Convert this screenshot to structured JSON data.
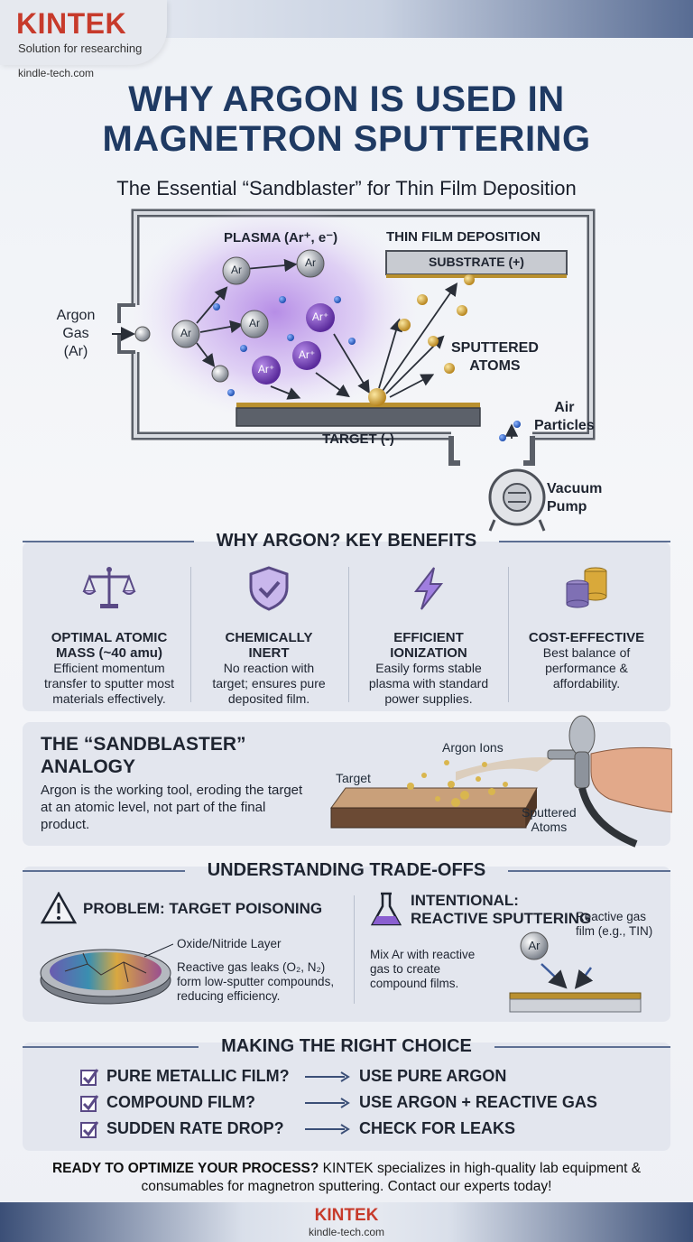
{
  "header": {
    "brand": "KINTEK",
    "tagline": "Solution for researching",
    "url": "kindle-tech.com",
    "title_line1": "WHY ARGON IS USED IN",
    "title_line2": "MAGNETRON SPUTTERING",
    "subtitle": "The Essential “Sandblaster” for Thin Film Deposition"
  },
  "diagram": {
    "plasma_label": "PLASMA (Ar⁺, e⁻)",
    "deposition_label": "THIN FILM DEPOSITION",
    "substrate_label": "SUBSTRATE (+)",
    "argon_gas_label": [
      "Argon",
      "Gas",
      "(Ar)"
    ],
    "sputtered_label": [
      "SPUTTERED",
      "ATOMS"
    ],
    "target_label": "TARGET (-)",
    "air_label": [
      "Air",
      "Particles"
    ],
    "pump_label": [
      "Vacuum",
      "Pump"
    ],
    "ar": "Ar",
    "ar_ion": "Ar⁺"
  },
  "benefits": {
    "heading": "WHY ARGON? KEY BENEFITS",
    "items": [
      {
        "icon": "balance-scale-icon",
        "title": [
          "OPTIMAL ATOMIC",
          "MASS (~40 amu)"
        ],
        "desc": [
          "Efficient momentum",
          "transfer to sputter most",
          "materials effectively."
        ]
      },
      {
        "icon": "shield-check-icon",
        "title": [
          "CHEMICALLY",
          "INERT"
        ],
        "desc": [
          "No reaction with",
          "target; ensures pure",
          "deposited film."
        ]
      },
      {
        "icon": "lightning-icon",
        "title": [
          "EFFICIENT",
          "IONIZATION"
        ],
        "desc": [
          "Easily forms stable",
          "plasma with standard",
          "power supplies."
        ]
      },
      {
        "icon": "coins-icon",
        "title": [
          "COST-EFFECTIVE"
        ],
        "desc": [
          "Best balance of",
          "performance &",
          "affordability."
        ]
      }
    ]
  },
  "analogy": {
    "title_line1": "THE “SANDBLASTER”",
    "title_line2": "ANALOGY",
    "text": "Argon is the working tool, eroding the target at an atomic level, not part of the final product.",
    "target": "Target",
    "argon_ions": "Argon Ions",
    "sputtered": [
      "Sputtered",
      "Atoms"
    ]
  },
  "tradeoffs": {
    "heading": "UNDERSTANDING TRADE-OFFS",
    "problem_title": "PROBLEM: TARGET POISONING",
    "oxide_label": "Oxide/Nitride Layer",
    "problem_desc": [
      "Reactive gas leaks (O₂, N₂)",
      "form low-sputter compounds,",
      "reducing efficiency."
    ],
    "reactive_title": [
      "INTENTIONAL:",
      "REACTIVE SPUTTERING"
    ],
    "reactive_desc": [
      "Mix Ar with reactive",
      "gas to create",
      "compound films."
    ],
    "gas_film": [
      "Reactive gas",
      "film (e.g., TIN)"
    ],
    "ar": "Ar"
  },
  "choice": {
    "heading": "MAKING THE RIGHT CHOICE",
    "rows": [
      {
        "q": "PURE METALLIC FILM?",
        "a": "USE PURE ARGON"
      },
      {
        "q": "COMPOUND FILM?",
        "a": "USE ARGON + REACTIVE GAS"
      },
      {
        "q": "SUDDEN RATE DROP?",
        "a": "CHECK FOR LEAKS"
      }
    ]
  },
  "cta": {
    "bold": "READY TO OPTIMIZE YOUR PROCESS?",
    "text": " KINTEK specializes in high-quality lab equipment & consumables for magnetron sputtering. Contact our experts today!"
  },
  "footer": {
    "brand": "KINTEK",
    "url": "kindle-tech.com"
  }
}
